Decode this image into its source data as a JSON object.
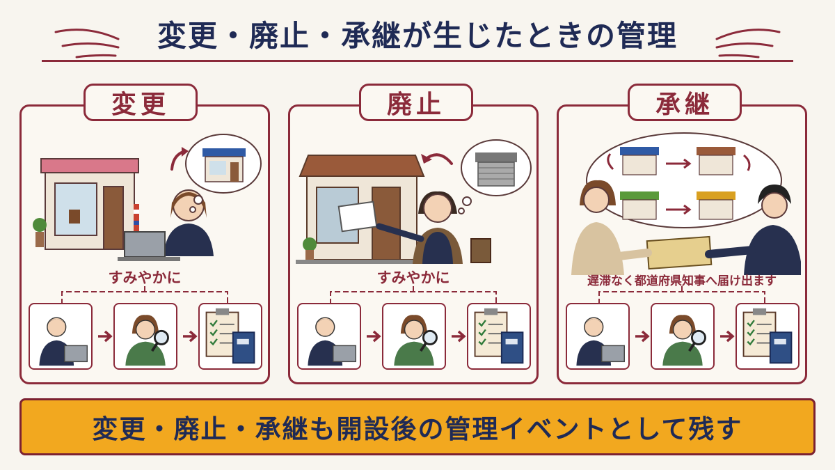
{
  "title": "変更・廃止・承継が生じたときの管理",
  "panels": [
    {
      "label": "変更",
      "caption": "すみやかに"
    },
    {
      "label": "廃止",
      "caption": "すみやかに"
    },
    {
      "label": "承継",
      "caption": "遅滞なく都道府県知事へ届け出ます"
    }
  ],
  "banner": "変更・廃止・承継も開設後の管理イベントとして残す",
  "colors": {
    "accent": "#8b2a3a",
    "navy": "#1f2a55",
    "banner": "#f2a81f",
    "background": "#f8f5ef"
  }
}
